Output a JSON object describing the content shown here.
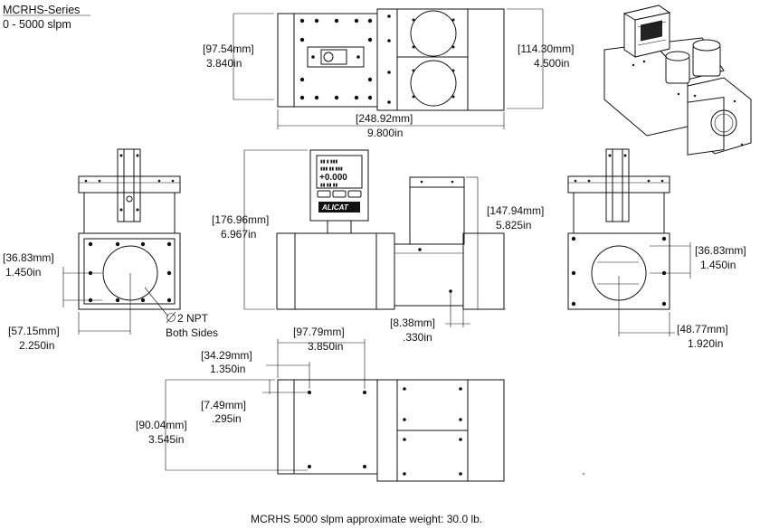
{
  "header": {
    "series": "MCRHS-Series",
    "range": "0 - 5000 slpm"
  },
  "dims": {
    "top_h_mm": "[97.54mm]",
    "top_h_in": "3.840in",
    "top_h2_mm": "[114.30mm]",
    "top_h2_in": "4.500in",
    "top_w_mm": "[248.92mm]",
    "top_w_in": "9.800in",
    "left_port_mm": "[36.83mm]",
    "left_port_in": "1.450in",
    "left_w_mm": "[57.15mm]",
    "left_w_in": "2.250in",
    "npt_1": "2 NPT",
    "npt_2": "Both Sides",
    "front_h_mm": "[176.96mm]",
    "front_h_in": "6.967in",
    "front_h2_mm": "[147.94mm]",
    "front_h2_in": "5.825in",
    "front_off_mm": "[8.38mm]",
    "front_off_in": ".330in",
    "right_port_mm": "[36.83mm]",
    "right_port_in": "1.450in",
    "right_w_mm": "[48.77mm]",
    "right_w_in": "1.920in",
    "bot_w1_mm": "[97.79mm]",
    "bot_w1_in": "3.850in",
    "bot_w2_mm": "[34.29mm]",
    "bot_w2_in": "1.350in",
    "bot_off_mm": "[7.49mm]",
    "bot_off_in": ".295in",
    "bot_h_mm": "[90.04mm]",
    "bot_h_in": "3.545in"
  },
  "display": {
    "reading": "+0.000",
    "brand": "ALICAT"
  },
  "footer": {
    "weight": "MCRHS 5000 slpm approximate weight: 30.0 lb."
  }
}
